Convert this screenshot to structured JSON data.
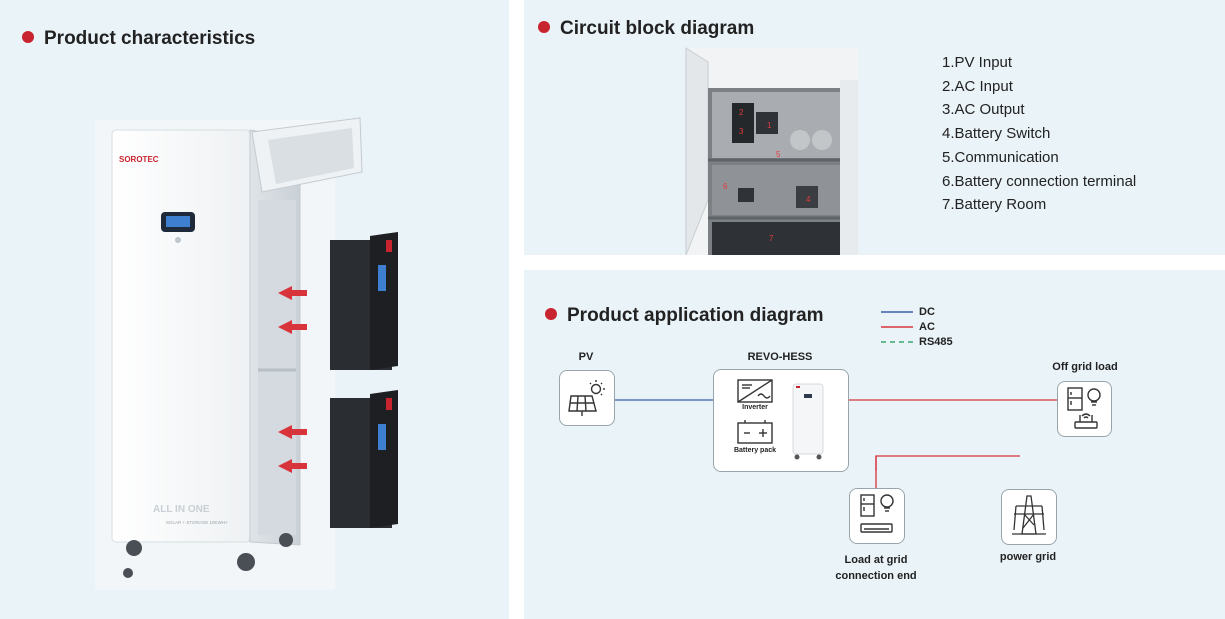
{
  "product": {
    "heading": "Product characteristics",
    "brand": "SOROTEC",
    "front_text": "ALL IN ONE",
    "front_sub": "SOLAR + STORAGE 10KWH+"
  },
  "circuit": {
    "heading": "Circuit block diagram",
    "items": [
      "1.PV Input",
      "2.AC Input",
      "3.AC Output",
      "4.Battery Switch",
      "5.Communication",
      "6.Battery connection terminal",
      "7.Battery Room"
    ],
    "markers": [
      "1",
      "2",
      "3",
      "4",
      "5",
      "6",
      "7"
    ]
  },
  "application": {
    "heading": "Product application diagram",
    "legend": [
      {
        "label": "DC",
        "color": "#3b5fa8",
        "style": "solid"
      },
      {
        "label": "AC",
        "color": "#d8343c",
        "style": "solid"
      },
      {
        "label": "RS485",
        "color": "#3aa76d",
        "style": "dashed"
      }
    ],
    "pv_label": "PV",
    "hess_label": "REVO-HESS",
    "inverter_label": "Inverter",
    "battery_label": "Battery pack",
    "offgrid_label": "Off grid load",
    "grid_load_label_1": "Load at grid",
    "grid_load_label_2": "connection end",
    "power_grid_label": "power grid"
  },
  "icons": [
    "solar-panel-icon",
    "inverter-icon",
    "battery-icon",
    "fridge-icon",
    "bulb-icon",
    "router-icon",
    "air-conditioner-icon",
    "transmission-tower-icon"
  ]
}
